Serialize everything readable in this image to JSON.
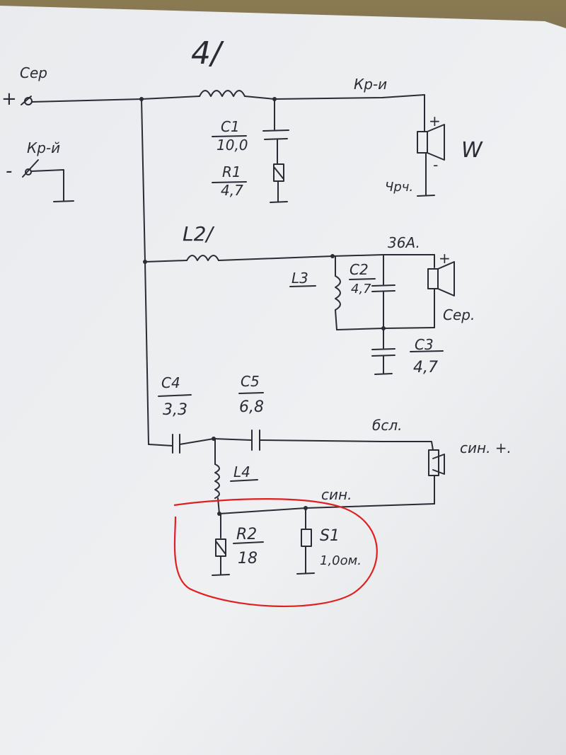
{
  "labels": {
    "left_plus": "+",
    "left_minus": "-",
    "input_cep": "Сер",
    "input_kp": "Кр-й",
    "top_kp": "Кр-и",
    "l1": "4/",
    "c1_name": "C1",
    "c1_value": "10,0",
    "r1_name": "R1",
    "r1_value": "4,7",
    "woofer_plus": "+",
    "woofer_minus": "-",
    "woofer_w": "W",
    "woofer_bottom": "Чрч.",
    "l2": "L2/",
    "l3": "L3",
    "c2_name": "C2",
    "c2_value": "4,7",
    "mid_top": "36A.",
    "mid_plus": "+",
    "mid_cep": "Сер.",
    "c3_name": "C3",
    "c3_value": "4,7",
    "c4_name": "C4",
    "c4_value": "3,3",
    "c5_name": "C5",
    "c5_value": "6,8",
    "bcl": "бсл.",
    "tweeter_label": "син. +.",
    "l4": "L4",
    "cin_label": "син.",
    "r2_name": "R2",
    "r2_value": "18",
    "s1_name": "S1",
    "s1_value": "1,0ом."
  },
  "colors": {
    "paper": "#eceef0",
    "ink": "#2b2b36",
    "highlight": "#e02020",
    "background": "#6b6a64",
    "background_top": "#8a7a52"
  }
}
